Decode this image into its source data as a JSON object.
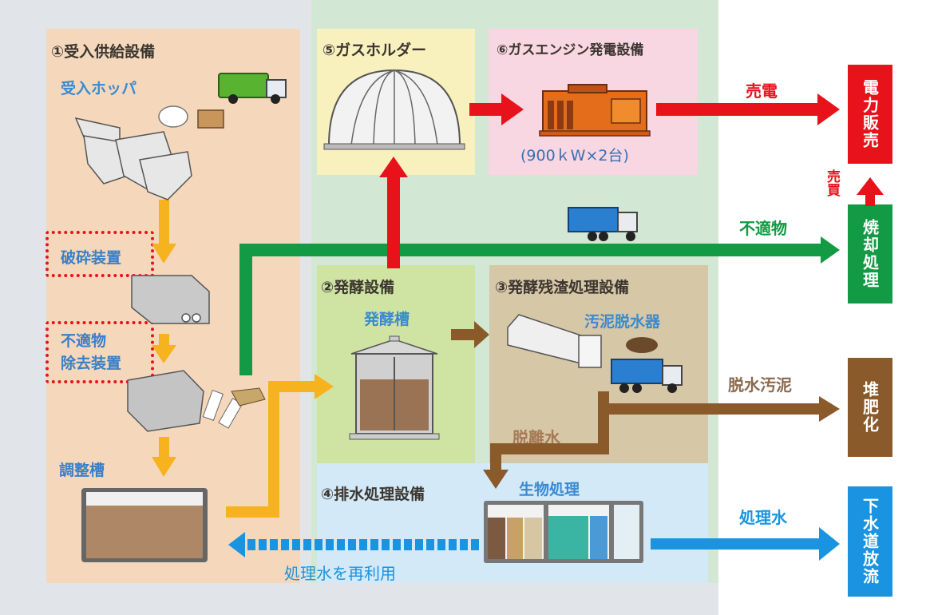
{
  "sections": {
    "s1": {
      "title": "①受入供給設備",
      "sub": "受入ホッパ"
    },
    "s2": {
      "title": "②発酵設備",
      "sub": "発酵槽"
    },
    "s3": {
      "title": "③発酵残渣処理設備",
      "sub": "汚泥脱水器"
    },
    "s4": {
      "title": "④排水処理設備",
      "sub": "生物処理"
    },
    "s5": {
      "title": "⑤ガスホルダー"
    },
    "s6": {
      "title": "⑥ガスエンジン発電設備",
      "capacity": "(900ｋW×2台)"
    }
  },
  "equipment": {
    "crusher": "破砕装置",
    "remover_line1": "不適物",
    "remover_line2": "除去装置",
    "adjust_tank": "調整槽"
  },
  "flows": {
    "sell_power": "売電",
    "unsuitable": "不適物",
    "dewatered_sludge": "脱水汚泥",
    "separated_water": "脱離水",
    "treated_water": "処理水",
    "reuse_water": "処理水を再利用",
    "buy_sell": "売買"
  },
  "destinations": {
    "power_sale": {
      "label": "電力販売",
      "color": "#e8121a"
    },
    "incineration": {
      "label": "焼却処理",
      "color": "#129a44"
    },
    "compost": {
      "label": "堆肥化",
      "color": "#8b5a2b"
    },
    "sewer": {
      "label": "下水道放流",
      "color": "#1a94e0"
    }
  },
  "colors": {
    "gas_flow": "#e8121a",
    "waste_flow": "#f6b21f",
    "unsuitable_flow": "#129a44",
    "sludge_flow": "#8b5a2b",
    "water_flow": "#1a94e0"
  }
}
